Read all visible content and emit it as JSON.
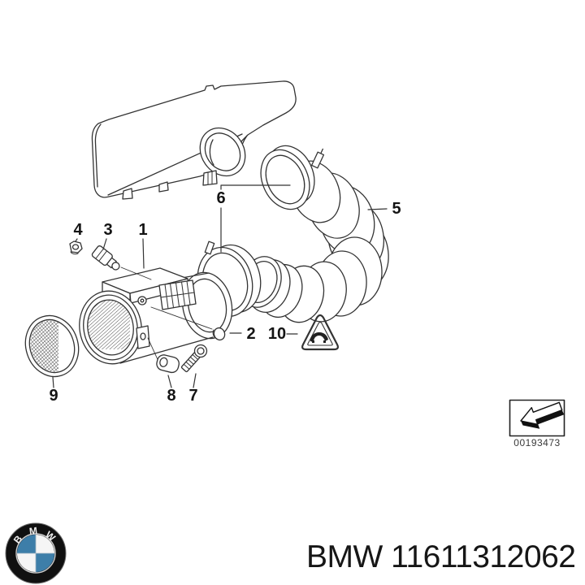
{
  "colors": {
    "ink": "#333333",
    "label": "#141414",
    "logo_blue": "#3d7ea9",
    "logo_ring": "#101010"
  },
  "diagram": {
    "callouts": [
      {
        "label": "1"
      },
      {
        "label": "2"
      },
      {
        "label": "3"
      },
      {
        "label": "4"
      },
      {
        "label": "5"
      },
      {
        "label": "6"
      },
      {
        "label": "7"
      },
      {
        "label": "8"
      },
      {
        "label": "9"
      },
      {
        "label": "10"
      }
    ]
  },
  "stamp": {
    "code": "00193473"
  },
  "logo": {
    "letters": [
      "B",
      "M",
      "W"
    ]
  },
  "footer": {
    "part_text": "BMW 11611312062"
  }
}
